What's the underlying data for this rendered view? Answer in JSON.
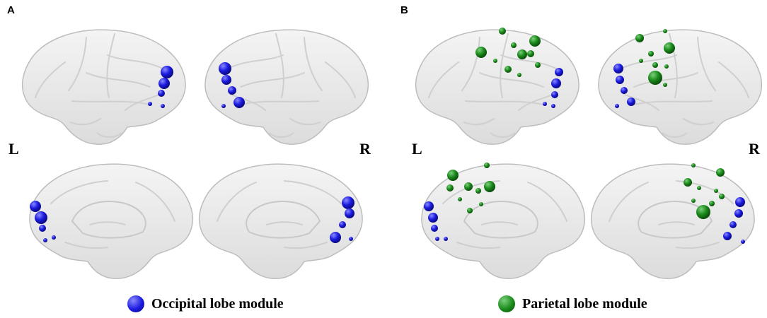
{
  "panels": [
    {
      "letter": "A",
      "left_label": "L",
      "right_label": "R",
      "legend": {
        "label": "Occipital lobe module",
        "color": "#1a1adf"
      }
    },
    {
      "letter": "B",
      "left_label": "L",
      "right_label": "R",
      "legend": {
        "label": "Parietal lobe module",
        "color": "#1a8a1a"
      }
    }
  ],
  "colors": {
    "occipital": "#1a1adf",
    "parietal": "#1a8a1a",
    "brain_fill": "#ececec",
    "brain_stroke": "#bdbdbd"
  }
}
